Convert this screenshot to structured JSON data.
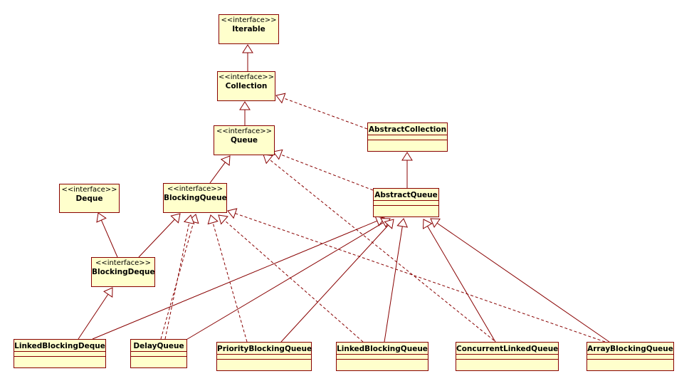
{
  "diagram": {
    "colors": {
      "fill": "#ffffcc",
      "border": "#880000",
      "line": "#880000",
      "text": "#000000"
    },
    "interfaces": {
      "iterable": {
        "stereotype": "<<interface>>",
        "name": "Iterable"
      },
      "collection": {
        "stereotype": "<<interface>>",
        "name": "Collection"
      },
      "queue": {
        "stereotype": "<<interface>>",
        "name": "Queue"
      },
      "deque": {
        "stereotype": "<<interface>>",
        "name": "Deque"
      },
      "blocking_queue": {
        "stereotype": "<<interface>>",
        "name": "BlockingQueue"
      },
      "blocking_deque": {
        "stereotype": "<<interface>>",
        "name": "BlockingDeque"
      }
    },
    "classes": {
      "abstract_collection": {
        "name": "AbstractCollection"
      },
      "abstract_queue": {
        "name": "AbstractQueue"
      },
      "linked_blocking_deque": {
        "name": "LinkedBlockingDeque"
      },
      "delay_queue": {
        "name": "DelayQueue"
      },
      "priority_blocking_queue": {
        "name": "PriorityBlockingQueue"
      },
      "linked_blocking_queue": {
        "name": "LinkedBlockingQueue"
      },
      "concurrent_linked_queue": {
        "name": "ConcurrentLinkedQueue"
      },
      "array_blocking_queue": {
        "name": "ArrayBlockingQueue"
      }
    }
  }
}
